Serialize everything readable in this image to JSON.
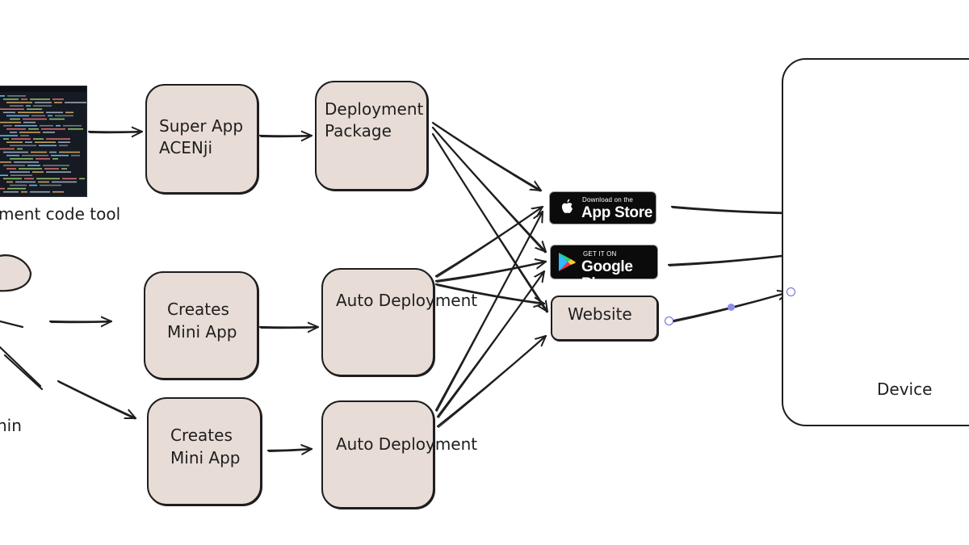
{
  "diagram": {
    "code_tool_label": "ment code tool",
    "admin_label": "nin",
    "super_app": {
      "line1": "Super App",
      "line2": "ACENji"
    },
    "deployment_package": {
      "line1": "Deployment",
      "line2": "Package"
    },
    "mini_app_1": {
      "line1": "Creates",
      "line2": "Mini App"
    },
    "mini_app_2": {
      "line1": "Creates",
      "line2": "Mini App"
    },
    "auto_deploy_1": "Auto Deployment",
    "auto_deploy_2": "Auto Deployment",
    "app_store": {
      "small": "Download on the",
      "big": "App Store"
    },
    "google_play": {
      "small": "GET IT ON",
      "big": "Google Play"
    },
    "website": "Website",
    "device": "Device"
  },
  "colors": {
    "box_fill": "#e8dcd6",
    "stroke": "#1e1e1e",
    "selection": "#6965db"
  }
}
